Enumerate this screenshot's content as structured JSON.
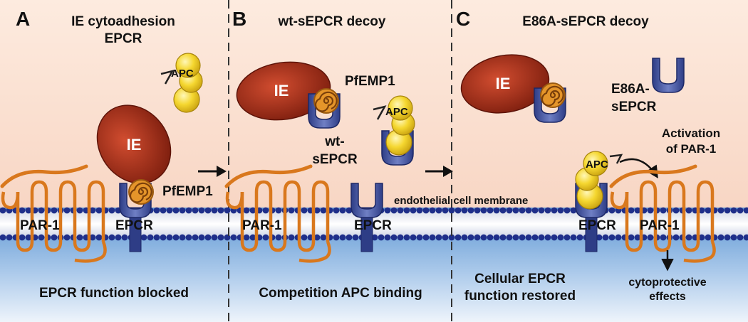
{
  "panels": [
    {
      "letter": "A",
      "title_lines": [
        "IE cytoadhesion",
        "EPCR"
      ],
      "bottom_lines": [
        "EPCR function blocked"
      ],
      "labels": {
        "ie": "IE",
        "apc": "APC",
        "pfemp1": "PfEMP1",
        "par1": "PAR-1",
        "epcr": "EPCR"
      }
    },
    {
      "letter": "B",
      "title_lines": [
        "wt-sEPCR decoy"
      ],
      "bottom_lines": [
        "Competition APC binding"
      ],
      "labels": {
        "ie": "IE",
        "apc": "APC",
        "pfemp1": "PfEMP1",
        "decoy_line1": "wt-",
        "decoy_line2": "sEPCR",
        "par1": "PAR-1",
        "epcr": "EPCR",
        "membrane": "endothelial cell membrane"
      }
    },
    {
      "letter": "C",
      "title_lines": [
        "E86A-sEPCR decoy"
      ],
      "bottom_lines": [
        "Cellular EPCR",
        "function restored"
      ],
      "labels": {
        "ie": "IE",
        "apc": "APC",
        "decoy_line1": "E86A-",
        "decoy_line2": "sEPCR",
        "activation_line1": "Activation",
        "activation_line2": "of PAR-1",
        "epcr": "EPCR",
        "par1": "PAR-1",
        "effects_line1": "cytoprotective",
        "effects_line2": "effects"
      }
    }
  ],
  "colors": {
    "background_top": "#fbe3d3",
    "membrane_head": "#1f2f8a",
    "cytoplasm": "#5b9bd5",
    "ie_dark": "#9b2a16",
    "ie_light": "#c7452b",
    "apc_yellow": "#f5d730",
    "epcr_blue": "#3d4f9a",
    "pfemp1_orange": "#e08a1c",
    "par1_orange": "#d9781d"
  }
}
